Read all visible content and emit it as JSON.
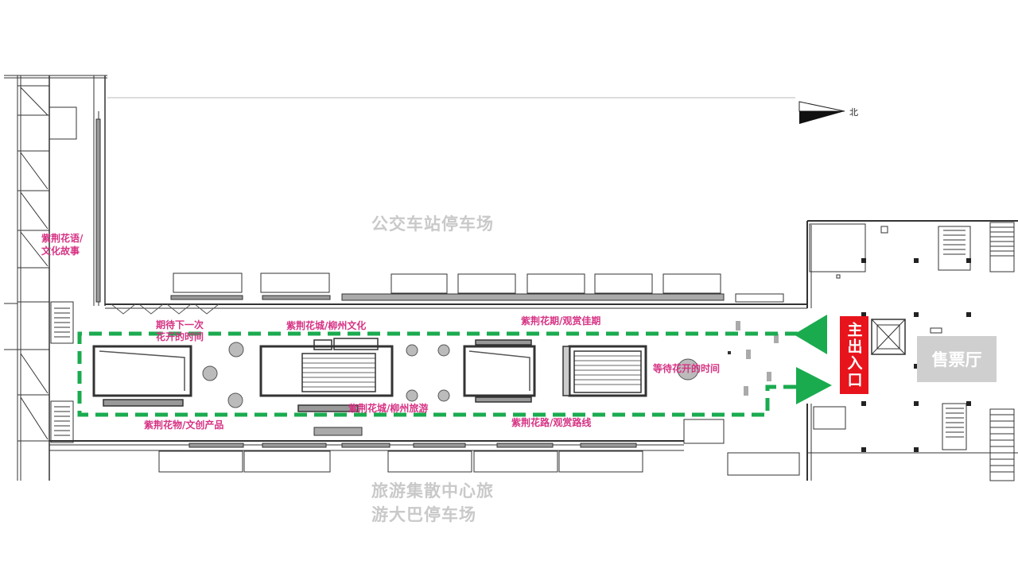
{
  "areas": {
    "bus_parking": "公交车站停车场",
    "tour_center_line1": "旅游集散中心旅",
    "tour_center_line2": "游大巴停车场",
    "ticket_hall": "售票厅",
    "main_entrance": "主出入口"
  },
  "compass": {
    "north_label": "北"
  },
  "route_labels": {
    "flower_language_1": "紫荆花语/",
    "flower_language_2": "文化故事",
    "next_bloom_1": "期待下一次",
    "next_bloom_2": "花开的时间",
    "city_culture": "紫荆花城/柳州文化",
    "bloom_viewing": "紫荆花期/观赏佳期",
    "waiting_bloom": "等待花开的时间",
    "products": "紫荆花物/文创产品",
    "city_tourism": "紫荆花城/柳州旅游",
    "routes": "紫荆花路/观赏路线"
  },
  "colors": {
    "route_line": "#1aab4f",
    "entrance_bg": "#e8141c",
    "label_text": "#d63384",
    "plan_lines": "#333333",
    "ticket_bg": "#cfcfcf"
  }
}
